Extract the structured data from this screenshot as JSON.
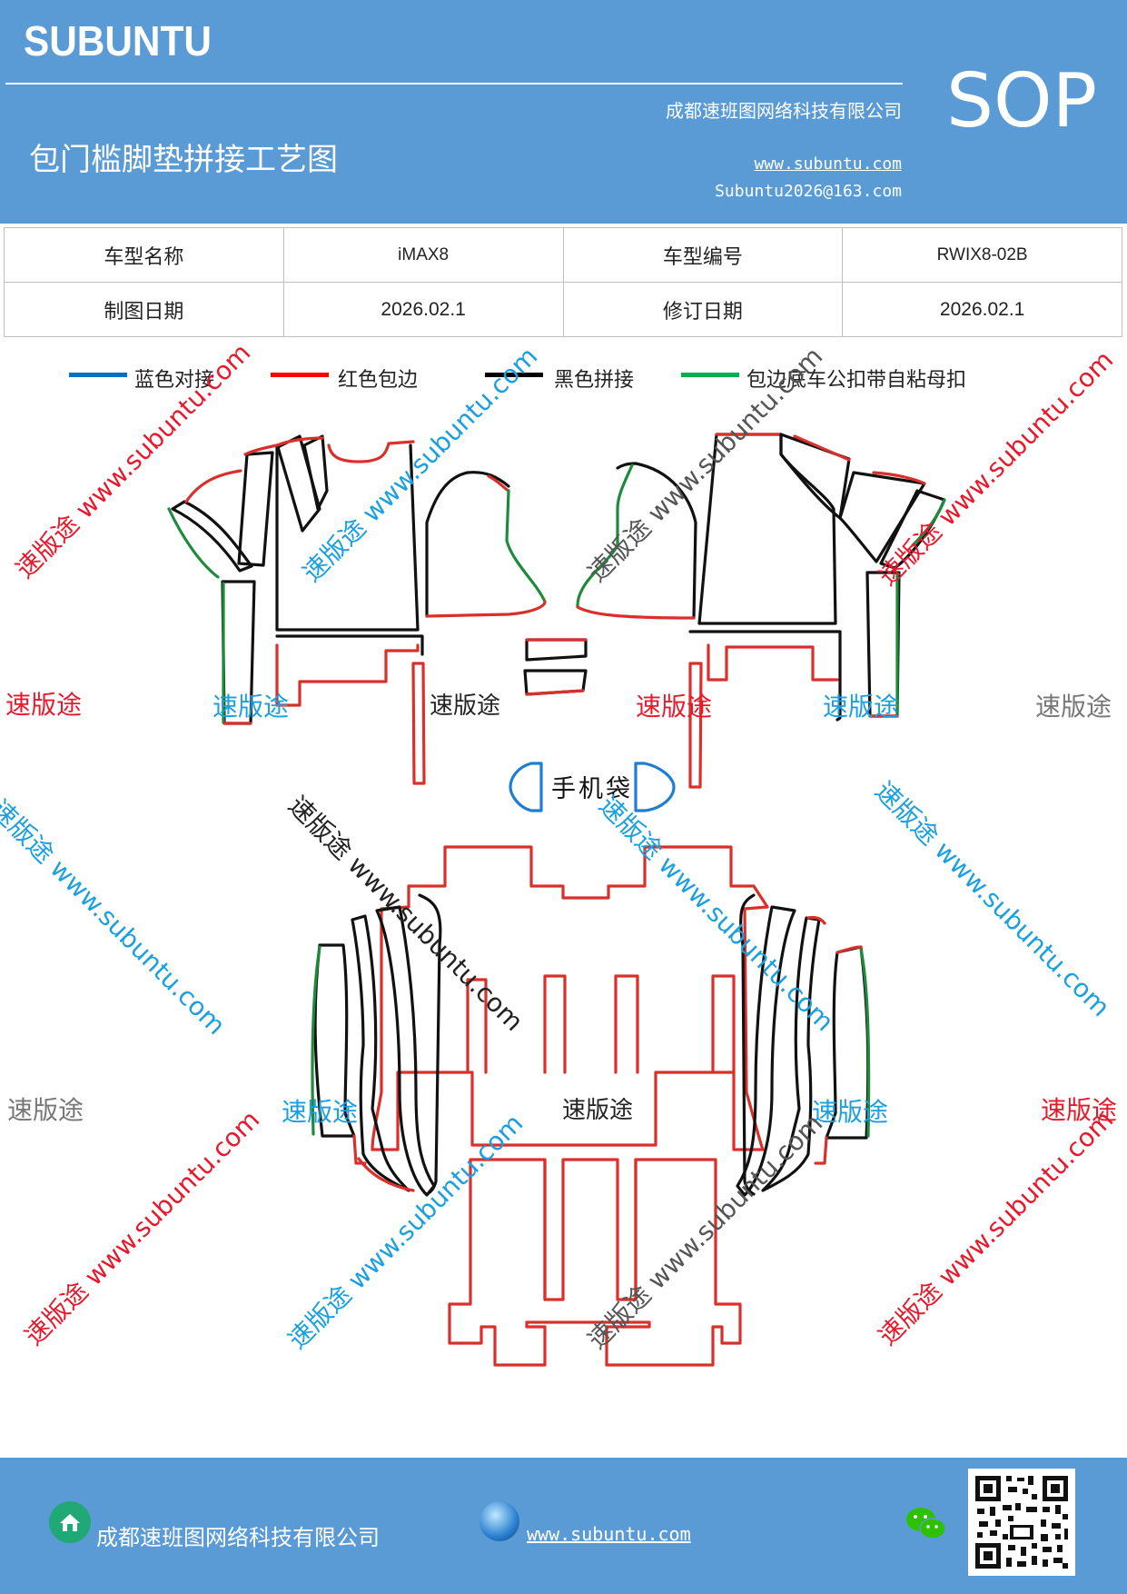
{
  "header": {
    "brand": "SUBUNTU",
    "company": "成都速班图网络科技有限公司",
    "title": "包门槛脚垫拼接工艺图",
    "website": "www.subuntu.com",
    "email": "Subuntu2026@163.com",
    "badge": "SOP"
  },
  "info_table": {
    "model_name_label": "车型名称",
    "model_name_value": "iMAX8",
    "model_code_label": "车型编号",
    "model_code_value": "RWIX8-02B",
    "draw_date_label": "制图日期",
    "draw_date_value": "2026.02.1",
    "revise_date_label": "修订日期",
    "revise_date_value": "2026.02.1"
  },
  "legend": [
    {
      "label": "蓝色对接",
      "color": "#0070c0"
    },
    {
      "label": "红色包边",
      "color": "#ff0000"
    },
    {
      "label": "黑色拼接",
      "color": "#000000"
    },
    {
      "label": "包边底车公扣带自粘母扣",
      "color": "#00b050"
    }
  ],
  "diagram": {
    "phone_bag_label": "手机袋",
    "center_mark": "速版途",
    "colors": {
      "red": "#d9302c",
      "black": "#111111",
      "green": "#1e8a3c",
      "blue": "#1e7fd0"
    }
  },
  "watermarks": {
    "short": "速版途",
    "long": "速版途 www.subuntu.com",
    "colors": {
      "red": "#e8192c",
      "blue": "#1a9fe0",
      "gray": "#777777",
      "black": "#222222"
    }
  },
  "footer": {
    "company": "成都速班图网络科技有限公司",
    "website": "www.subuntu.com",
    "icons": [
      "home-icon",
      "globe-icon",
      "wechat-icon",
      "qr-code"
    ]
  }
}
